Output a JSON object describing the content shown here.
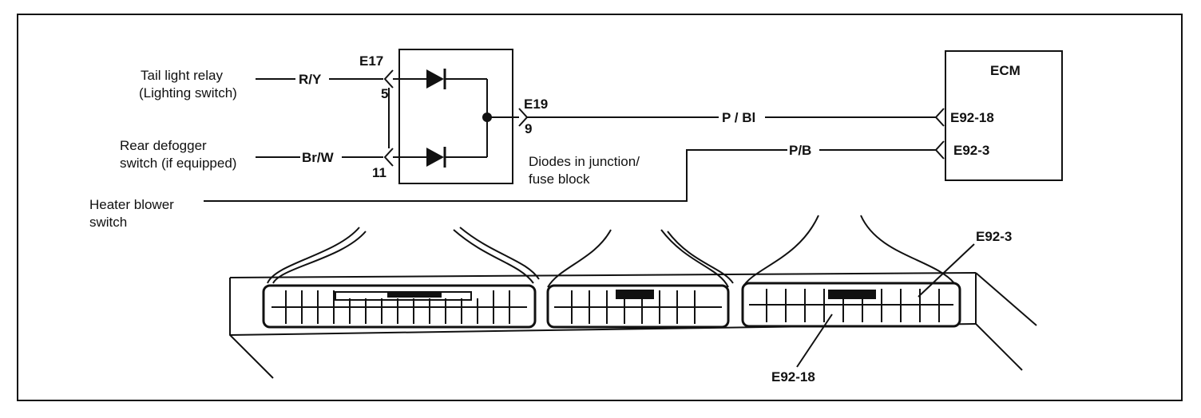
{
  "diagram": {
    "inputs": {
      "tail_light_relay": [
        "Tail light relay",
        "(Lighting switch)"
      ],
      "rear_defogger": [
        "Rear defogger",
        "switch (if equipped)"
      ],
      "heater_blower": [
        "Heater blower",
        "switch"
      ]
    },
    "wires": {
      "ry": "R/Y",
      "brw": "Br/W",
      "pbl": "P / Bl",
      "pb": "P/B"
    },
    "connectors": {
      "e17": "E17",
      "pin5": "5",
      "pin11": "11",
      "e19": "E19",
      "pin9": "9"
    },
    "junction_block_label": [
      "Diodes in junction/",
      "fuse block"
    ],
    "ecm": {
      "title": "ECM",
      "pin_18": "E92-18",
      "pin_3": "E92-3"
    },
    "connector_callouts": {
      "e92_3": "E92-3",
      "e92_18": "E92-18"
    }
  }
}
